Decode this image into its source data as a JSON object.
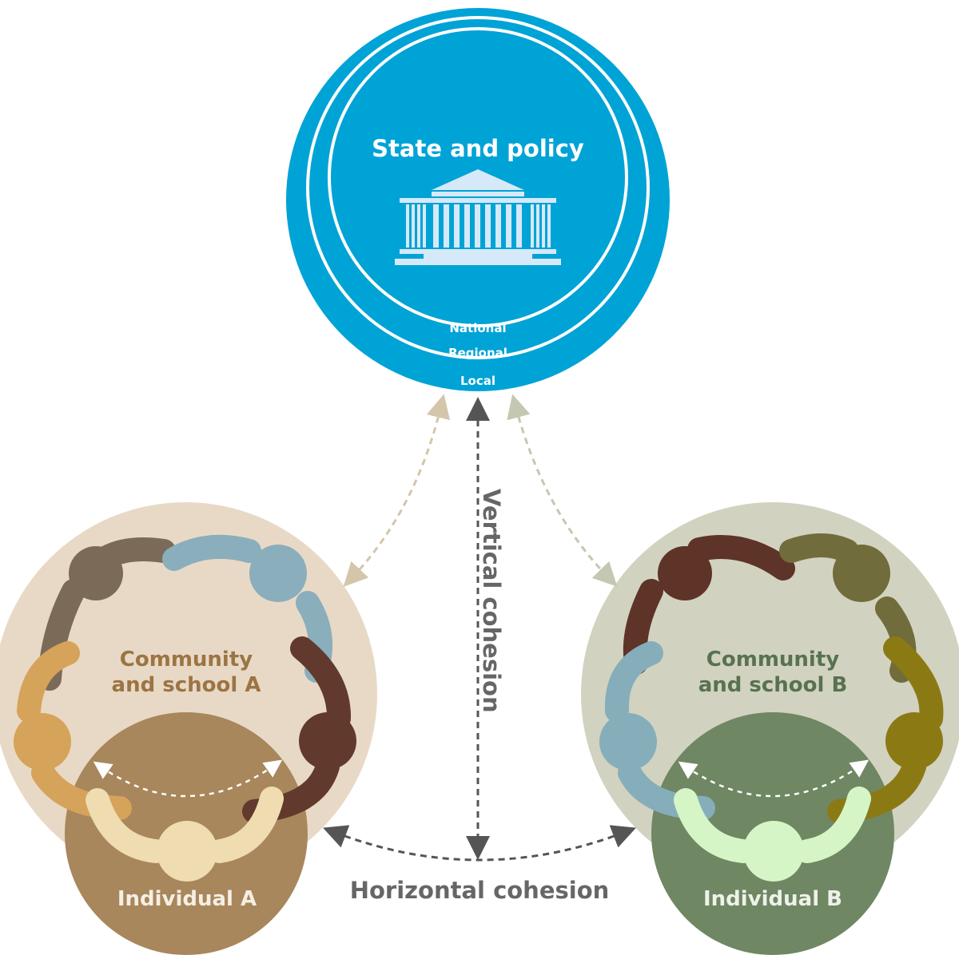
{
  "state": {
    "title": "State and policy",
    "levels": [
      "National",
      "Regional",
      "Local"
    ],
    "icon": "government-building-icon"
  },
  "community_a": {
    "label_line1": "Community",
    "label_line2": "and school A"
  },
  "community_b": {
    "label_line1": "Community",
    "label_line2": "and school B"
  },
  "individual_a": {
    "label": "Individual A"
  },
  "individual_b": {
    "label": "Individual B"
  },
  "arrows": {
    "vertical_label": "Vertical cohesion",
    "horizontal_label": "Horizontal cohesion"
  },
  "colors": {
    "state_blue": "#00a3d6",
    "state_icon": "#d6e9f8",
    "community_a_bg": "#e8d9c6",
    "community_b_bg": "#d2d2c0",
    "individual_a": "#a8875c",
    "individual_b": "#6f8763",
    "label_a": "#9c7443",
    "label_b": "#577250",
    "arrow_dark": "#555555",
    "arrow_tan": "#d3c6aa",
    "arrow_sage": "#c5c8b1"
  }
}
